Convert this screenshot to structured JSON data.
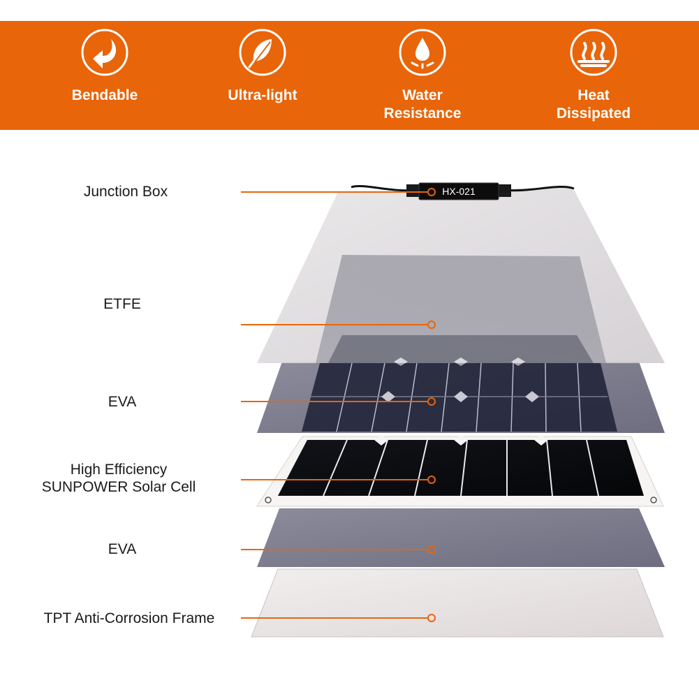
{
  "features": [
    {
      "icon": "bend-arrow-icon",
      "label": "Bendable"
    },
    {
      "icon": "feather-icon",
      "label": "Ultra-light"
    },
    {
      "icon": "water-drop-icon",
      "label": "Water\nResistance"
    },
    {
      "icon": "heat-waves-icon",
      "label": "Heat\nDissipated"
    }
  ],
  "junction_box_text": "HX-021",
  "layers": [
    {
      "label": "Junction Box"
    },
    {
      "label": "ETFE"
    },
    {
      "label": "EVA"
    },
    {
      "label": "High Efficiency\nSUNPOWER Solar Cell"
    },
    {
      "label": "EVA"
    },
    {
      "label": "TPT Anti-Corrosion Frame"
    }
  ],
  "colors": {
    "banner": "#e8650a",
    "leader_line": "#e8650a",
    "text": "#1a1a1a"
  }
}
